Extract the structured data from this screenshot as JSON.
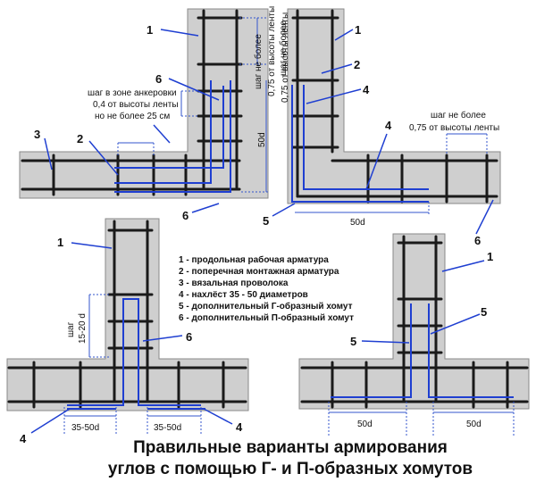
{
  "markers": {
    "m1": "1",
    "m2": "2",
    "m3": "3",
    "m4": "4",
    "m5": "5",
    "m6": "6"
  },
  "dims": {
    "step_max_line1": "шаг не более",
    "step_max_line2": "0,75 от высоты ленты",
    "step_anchor_1": "шаг в зоне анкеровки",
    "step_anchor_2": "0,4 от высоты ленты",
    "step_anchor_3": "но не более 25 см",
    "d50": "50d",
    "step": "шаг",
    "step_range": "15-20 d",
    "overlap": "35-50d"
  },
  "legend": [
    "1 - продольная рабочая арматура",
    "2 - поперечная монтажная арматура",
    "3 - вязальная проволока",
    "4 - нахлёст 35 - 50 диаметров",
    "5 - дополнительный Г-образный хомут",
    "6 - дополнительный П-образный хомут"
  ],
  "title": {
    "line1": "Правильные варианты армирования",
    "line2": "углов с помощью Г- и П-образных хомутов"
  },
  "colors": {
    "concrete": "#cfcfcf",
    "rebar": "#1a1a1a",
    "clamp": "#1f3fd1"
  }
}
